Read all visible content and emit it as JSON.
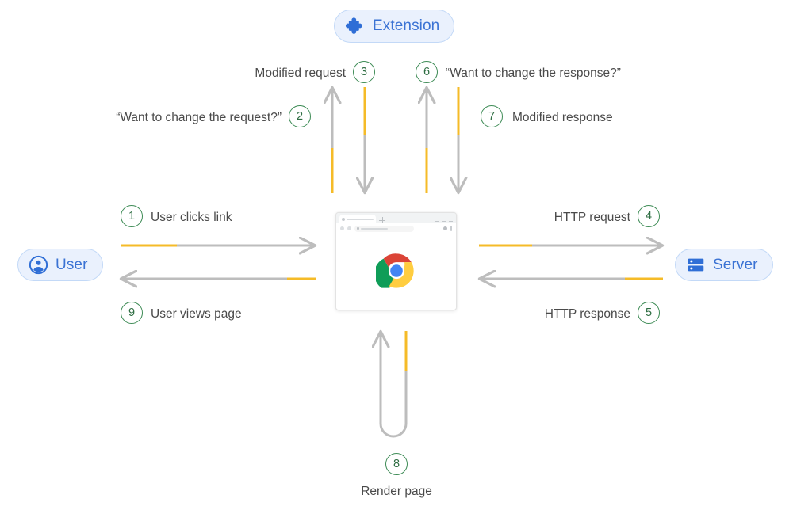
{
  "diagram": {
    "title": "Chrome extension request/response interception flow",
    "colors": {
      "arrow_gray": "#bdbdbd",
      "arrow_yellow": "#f5bb28",
      "step_green": "#3d8b55",
      "pill_blue": "#3b73d4",
      "pill_fill": "#eaf1fd",
      "pill_border": "#c3d9f7",
      "label_gray": "#4a4a4a",
      "background": "#ffffff"
    },
    "nodes": {
      "extension": {
        "label": "Extension",
        "icon": "puzzle-piece-icon"
      },
      "user": {
        "label": "User",
        "icon": "user-avatar-icon"
      },
      "server": {
        "label": "Server",
        "icon": "server-rack-icon"
      },
      "browser": {
        "label": "",
        "icon": "chrome-logo-icon"
      }
    },
    "steps": [
      {
        "number": "1",
        "label": "User clicks link"
      },
      {
        "number": "2",
        "label": "“Want to change the request?”"
      },
      {
        "number": "3",
        "label": "Modified request"
      },
      {
        "number": "4",
        "label": "HTTP request"
      },
      {
        "number": "5",
        "label": "HTTP response"
      },
      {
        "number": "6",
        "label": "“Want to change the response?”"
      },
      {
        "number": "7",
        "label": "Modified response"
      },
      {
        "number": "8",
        "label": "Render page"
      },
      {
        "number": "9",
        "label": "User views page"
      }
    ]
  }
}
